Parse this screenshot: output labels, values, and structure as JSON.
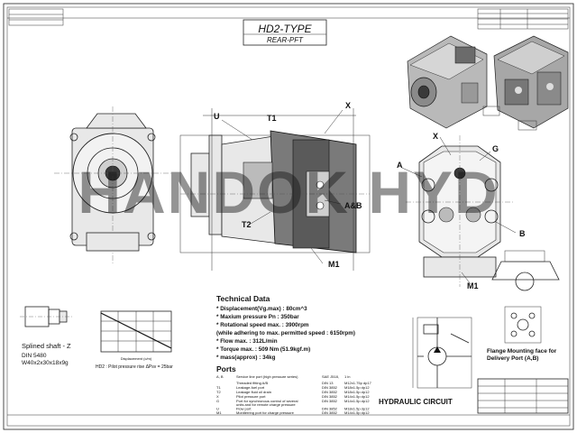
{
  "watermark": "HANDOK HYD",
  "title": {
    "type": "HD2-TYPE",
    "sub": "REAR-PFT"
  },
  "labels": {
    "u": "U",
    "t1": "T1",
    "t2": "T2",
    "x": "X",
    "ab": "A&B",
    "m1": "M1",
    "a": "A",
    "b": "B",
    "g": "G",
    "x2": "X",
    "m1b": "M1"
  },
  "shaft": {
    "title": "Splined shaft - Z",
    "din": "DIN 5480",
    "spec": "W40x2x30x18x9g"
  },
  "chart": {
    "caption": "HD2 : Pilot pressure rise  ΔPsv = 25bar",
    "xlabel": "Displacement (c/m)"
  },
  "tech": {
    "title": "Technical Data",
    "lines": [
      "* Displacement(Vg.max) : 80cm^3",
      "* Maxium pressure Pn : 350bar",
      "* Rotational speed max. : 3900rpm",
      "  (while adhering to max. permitted speed : 6150rpm)",
      "* Flow max. : 312L/min",
      "* Torque max. : 509 Nm (51.9kgf.m)",
      "* mass(approx) : 34kg"
    ]
  },
  "ports": {
    "title": "Ports",
    "header": [
      "A, B",
      "Service  line port (high pressure series)",
      "SAE J518,",
      "1 in"
    ],
    "rows": [
      [
        "",
        "Threaded fitting A/B",
        "DIN 13",
        "M12x1.75p dp17"
      ],
      [
        "T1",
        "Leakage-fuel port",
        "DIN 3852",
        "M18x1.5p dp12"
      ],
      [
        "T2",
        "Leakage fluid oil drain",
        "DIN 3852",
        "M18x1.5p dp12"
      ],
      [
        "X",
        "Pilot pressure port",
        "DIN 3852",
        "M14x1.5p dp12"
      ],
      [
        "G",
        "Port for synchronous control of several",
        "DIN 3852",
        "M14x1.5p dp12"
      ],
      [
        "",
        "units and for remote charge pressure",
        "",
        ""
      ],
      [
        "U",
        "Flow port",
        "DIN 3852",
        "M18x1.5p dp12"
      ],
      [
        "M1",
        "Moniterring port for charge pressure",
        "DIN 3852",
        "M14x1.5p dp12"
      ]
    ]
  },
  "hydraulic": {
    "title": "HYDRAULIC CIRCUIT"
  },
  "flange": {
    "caption": "Flange Mounting face for Delivery Port (A,B)"
  }
}
